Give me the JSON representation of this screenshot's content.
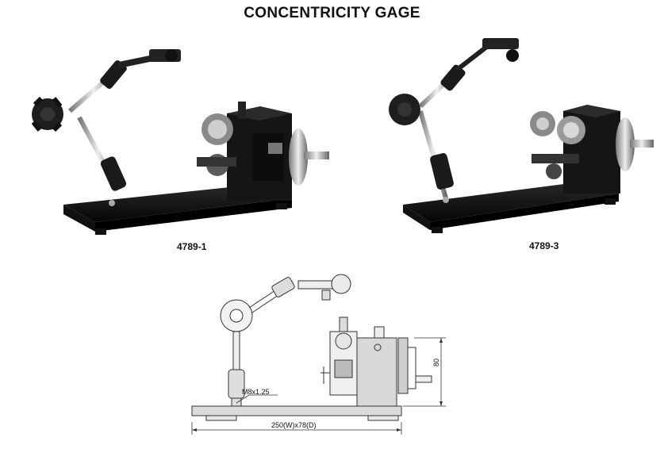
{
  "title": "CONCENTRICITY GAGE",
  "models": [
    {
      "code": "4789-1"
    },
    {
      "code": "4789-3"
    }
  ],
  "drawing": {
    "thread_label": "M8x1.25",
    "base_label": "250(W)x78(D)",
    "height_label": "80"
  }
}
